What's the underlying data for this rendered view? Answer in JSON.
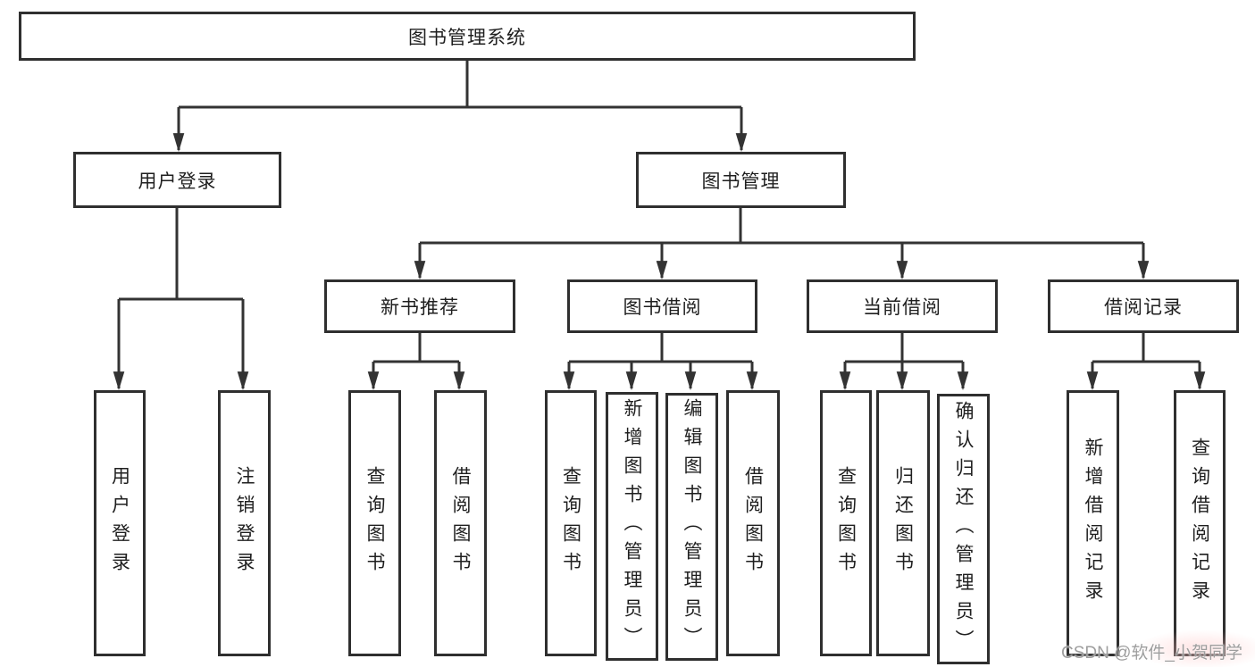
{
  "diagram": {
    "root": "图书管理系统",
    "branches": [
      {
        "label": "用户登录",
        "children": [
          {
            "label": "用户登录"
          },
          {
            "label": "注销登录"
          }
        ]
      },
      {
        "label": "图书管理",
        "children": [
          {
            "label": "新书推荐",
            "children": [
              {
                "label": "查询图书"
              },
              {
                "label": "借阅图书"
              }
            ]
          },
          {
            "label": "图书借阅",
            "children": [
              {
                "label": "查询图书"
              },
              {
                "label": "新增图书（管理员）"
              },
              {
                "label": "编辑图书（管理员）"
              },
              {
                "label": "借阅图书"
              }
            ]
          },
          {
            "label": "当前借阅",
            "children": [
              {
                "label": "查询图书"
              },
              {
                "label": "归还图书"
              },
              {
                "label": "确认归还（管理员）"
              }
            ]
          },
          {
            "label": "借阅记录",
            "children": [
              {
                "label": "新增借阅记录"
              },
              {
                "label": "查询借阅记录"
              }
            ]
          }
        ]
      }
    ]
  },
  "watermark": "CSDN @软件_小贺同学",
  "colors": {
    "line": "#333333",
    "box_border": "#2f2f2f",
    "text": "#1f1f1f",
    "watermark": "#9e9e9e",
    "background": "#ffffff"
  }
}
